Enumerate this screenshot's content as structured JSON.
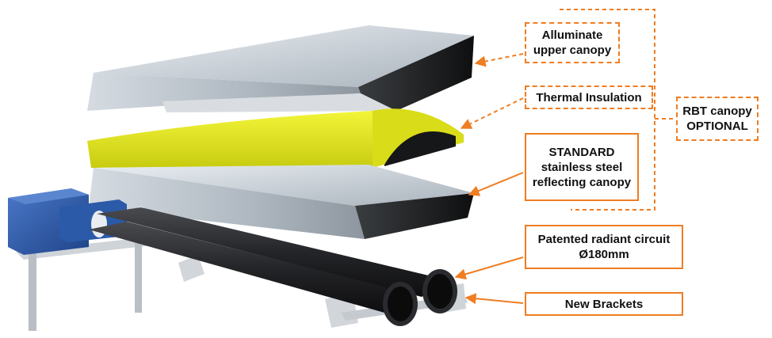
{
  "colors": {
    "accent": "#ef7d22",
    "insulation": "#e8ec1a",
    "tube": "#1e1e20",
    "burner": "#2d5ba6",
    "canopy": "#b9c2cb"
  },
  "labels": {
    "upper_canopy": [
      "Alluminate",
      "upper canopy"
    ],
    "insulation": [
      "Thermal Insulation"
    ],
    "standard_canopy": [
      "STANDARD",
      "stainless steel",
      "reflecting canopy"
    ],
    "radiant_circuit": [
      "Patented radiant circuit",
      "Ø180mm"
    ],
    "brackets": [
      "New Brackets"
    ],
    "rbt_optional": [
      "RBT canopy",
      "OPTIONAL"
    ]
  }
}
